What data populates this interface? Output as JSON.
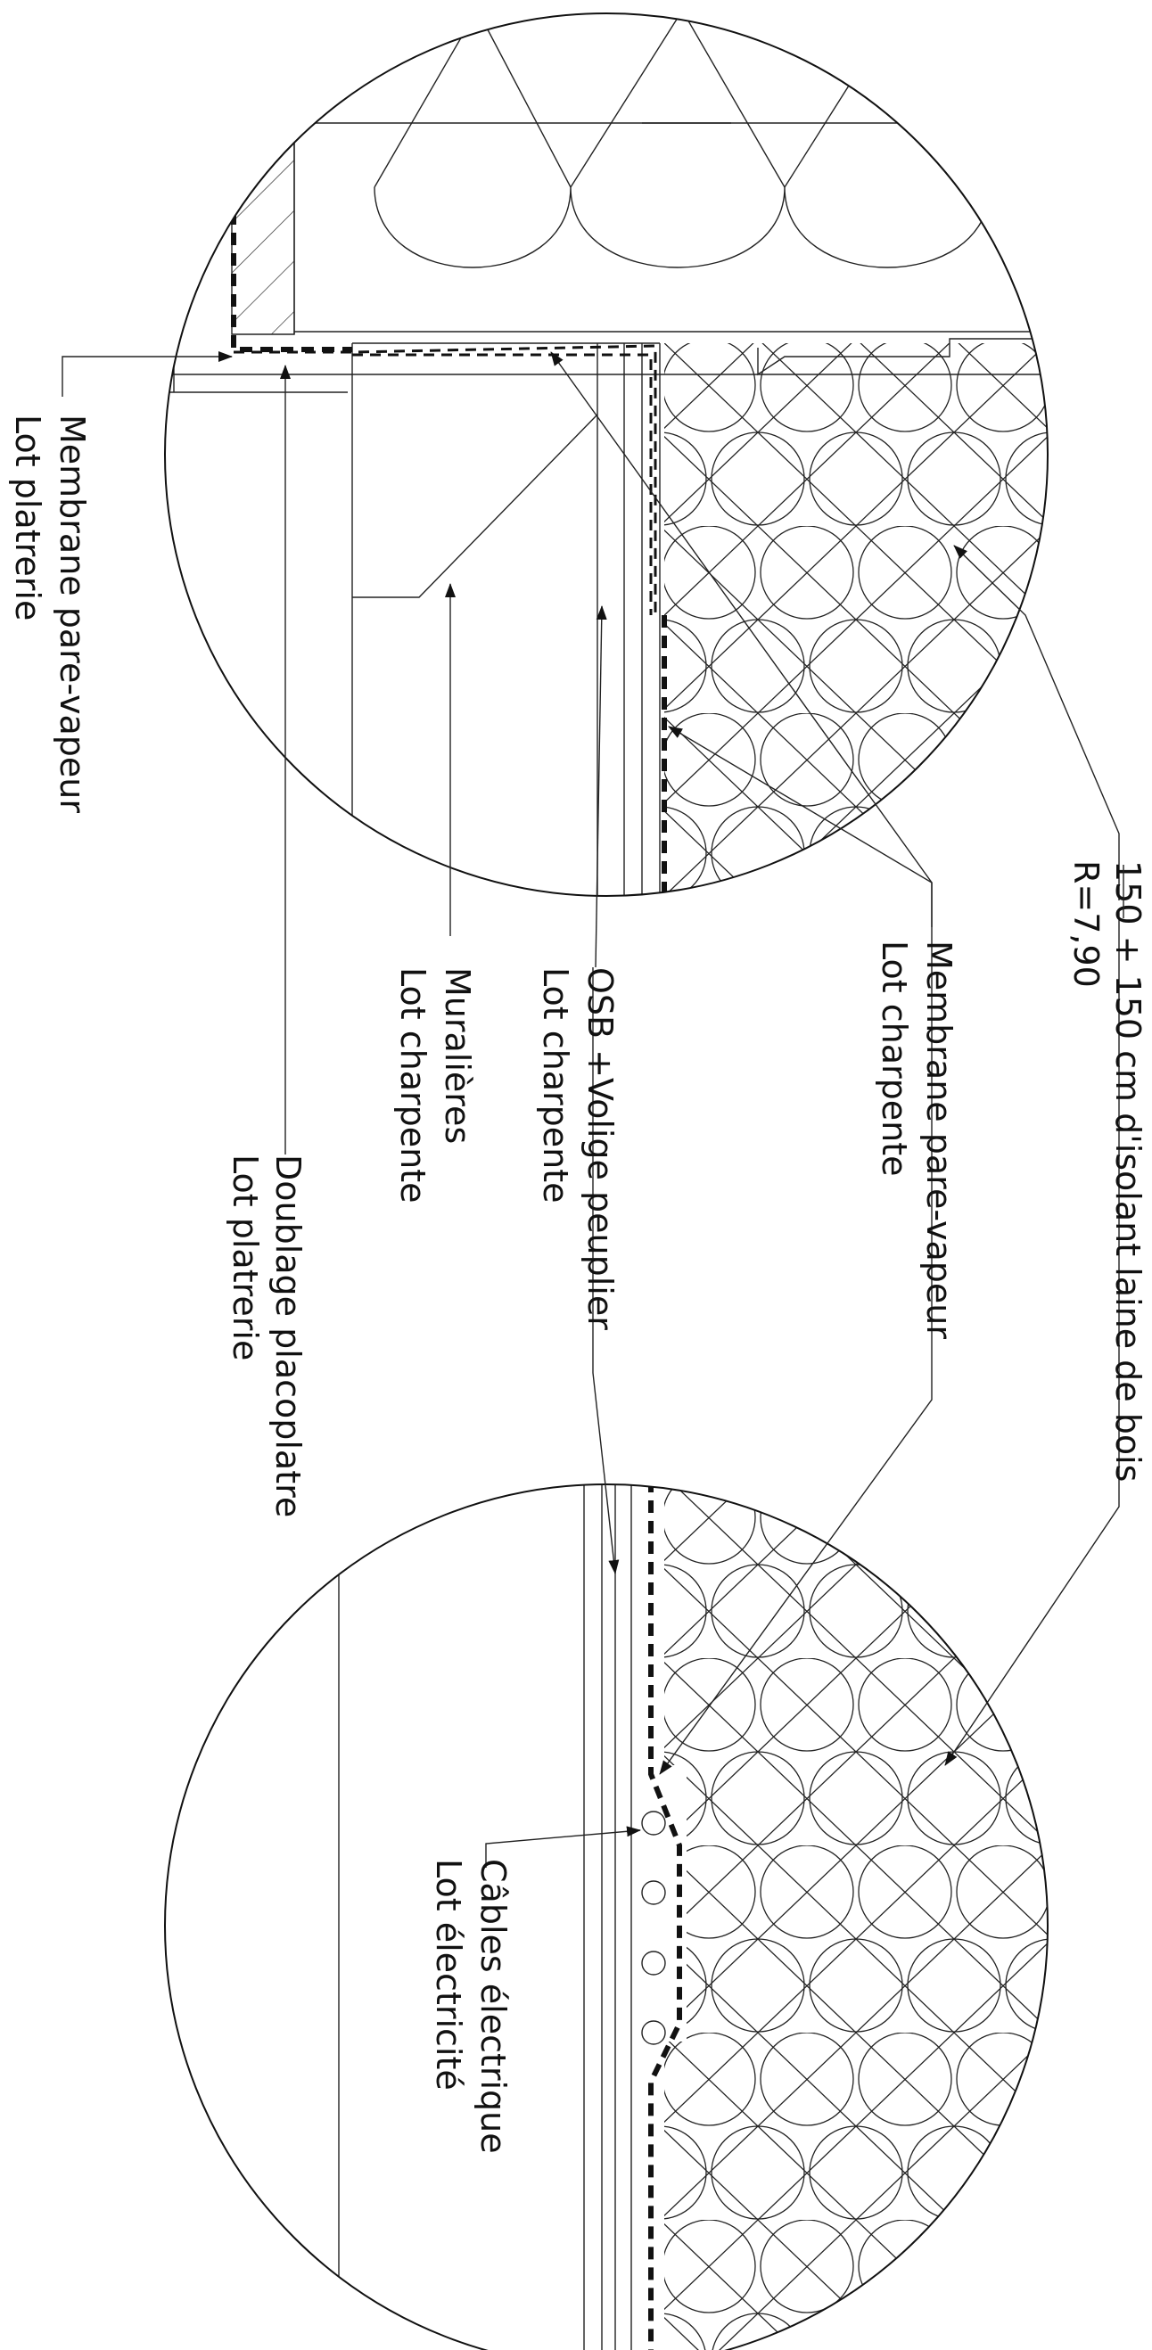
{
  "labels": {
    "isolant_line1": "150 + 150 cm d'isolant laine de bois",
    "isolant_line2": "R=7,90",
    "membrane_charpente_line1": "Membrane pare-vapeur",
    "membrane_charpente_line2": "Lot charpente",
    "osb_line1": "OSB +Volige peuplier",
    "osb_line2": "Lot charpente",
    "muralieres_line1": "Muralières",
    "muralieres_line2": "Lot charpente",
    "doublage_line1": "Doublage placoplatre",
    "doublage_line2": "Lot platrerie",
    "membrane_platrerie_line1": "Membrane pare-vapeur",
    "membrane_platrerie_line2": "Lot platrerie",
    "cables_line1": "Câbles électrique",
    "cables_line2": "Lot électricité"
  },
  "colors": {
    "ink": "#111111",
    "background": "#ffffff"
  }
}
